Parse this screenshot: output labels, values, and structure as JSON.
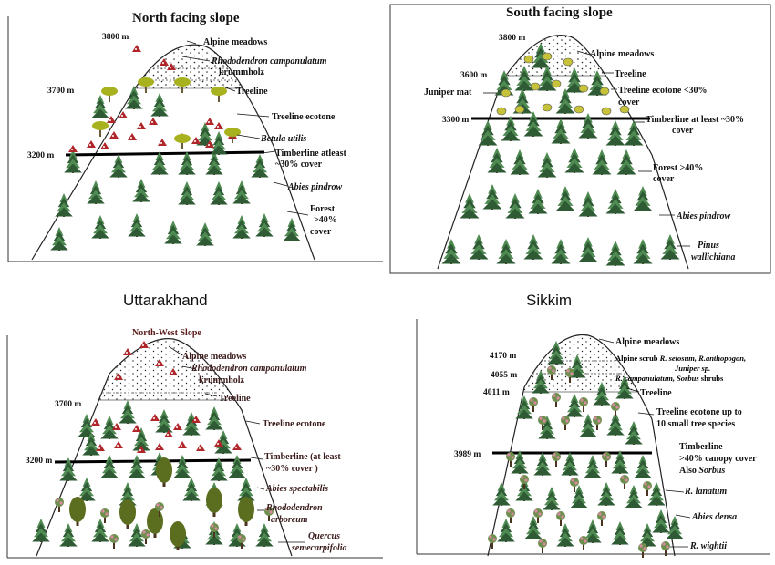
{
  "panels": {
    "north": {
      "title": "North facing slope",
      "altitudes": [
        "3800 m",
        "3700 m",
        "3200 m"
      ],
      "labels": {
        "alpine": "Alpine meadows",
        "rhodo_l1": "Rhododendron campanulatum",
        "rhodo_l2": "krummholz",
        "treeline": "Treeline",
        "ecotone": "Treeline ecotone",
        "betula": "Betula utilis",
        "timber_l1": "Timberline atleast",
        "timber_l2": "~30% cover",
        "abies": "Abies pindrow",
        "forest_l1": "Forest",
        "forest_l2": ">40%",
        "forest_l3": "cover"
      }
    },
    "south": {
      "title": "South facing slope",
      "altitudes": [
        "3800 m",
        "3600 m",
        "3300 m"
      ],
      "labels": {
        "alpine": "Alpine meadows",
        "treeline": "Treeline",
        "juniper": "Juniper mat",
        "ecotone_l1": "Treeline ecotone <30%",
        "ecotone_l2": "cover",
        "timber_l1": "Timberline at least ~30%",
        "timber_l2": "cover",
        "forest_l1": "Forest >40%",
        "forest_l2": "cover",
        "abies": "Abies pindrow",
        "pinus_l1": "Pinus",
        "pinus_l2": "wallichiana"
      }
    },
    "uttarakhand": {
      "region": "Uttarakhand",
      "subtitle": "North-West Slope",
      "altitudes": [
        "3700 m",
        "3200 m"
      ],
      "labels": {
        "alpine": "Alpine meadows",
        "rhodo_l1": "Rhododendron campanulatum",
        "rhodo_l2": "krummholz",
        "treeline": "Treeline",
        "ecotone": "Treeline ecotone",
        "timber_l1": "Timberline (at least",
        "timber_l2": "~30% cover )",
        "abies": "Abies spectabilis",
        "rhodo_arb_l1": "Rhododendron",
        "rhodo_arb_l2": "arboreum",
        "quercus_l1": "Quercus",
        "quercus_l2": "semecarpifolia"
      }
    },
    "sikkim": {
      "region": "Sikkim",
      "altitudes": [
        "4170 m",
        "4055 m",
        "4011 m",
        "3989 m"
      ],
      "labels": {
        "alpine": "Alpine meadows",
        "scrub_l1a": "Alpine scrub ",
        "scrub_l1b": "R. setosum, R.anthopogon,",
        "scrub_l2": "Juniper sp.",
        "scrub_l3a": "R. campanulatum, Sorbus",
        "scrub_l3b": " shrubs",
        "treeline": "Treeline",
        "ecotone_l1": "Treeline ecotone up to",
        "ecotone_l2": "10 small tree species",
        "timber_l1": "Timberline",
        "timber_l2": ">40% canopy cover",
        "timber_l3a": "Also ",
        "timber_l3b": "Sorbus",
        "lanatum": "R. lanatum",
        "abies": "Abies densa",
        "wightii": "R. wightii"
      }
    }
  },
  "colors": {
    "conifer": "#2e5a34",
    "conifer_light": "#4f8a52",
    "rhodo_red": "#b0262a",
    "birch": "#a8b21e",
    "juniper": "#c6c23a",
    "oak": "#5b6e1f",
    "pink_flower": "#d88aa0",
    "dots": "#222222"
  }
}
